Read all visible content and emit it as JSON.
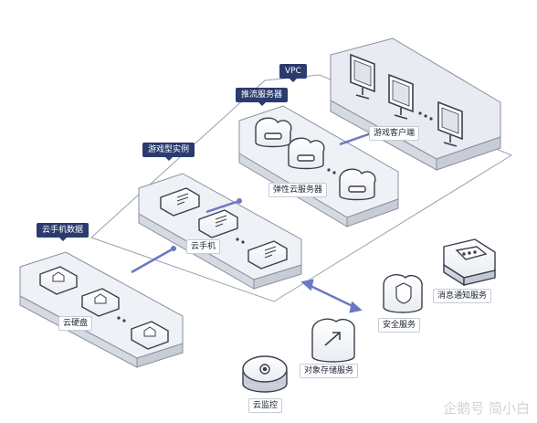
{
  "diagram": {
    "groups": {
      "vpc": "VPC",
      "streaming_server": "推流服务器",
      "game_instance": "游戏型实例",
      "cloud_phone_data": "云手机数据"
    },
    "nodes": {
      "game_client": "游戏客户端",
      "elastic_cloud_server": "弹性云服务器",
      "cloud_phone": "云手机",
      "cloud_disk": "云硬盘",
      "message_notification": "消息通知服务",
      "security_service": "安全服务",
      "object_storage": "对象存储服务",
      "cloud_monitor": "云监控"
    },
    "watermark": "企鹅号 简小白",
    "colors": {
      "navy": "#2b3b6e",
      "link": "#6a78c4",
      "outline": "#8a8f9c",
      "panel": "#eef1f6"
    }
  }
}
